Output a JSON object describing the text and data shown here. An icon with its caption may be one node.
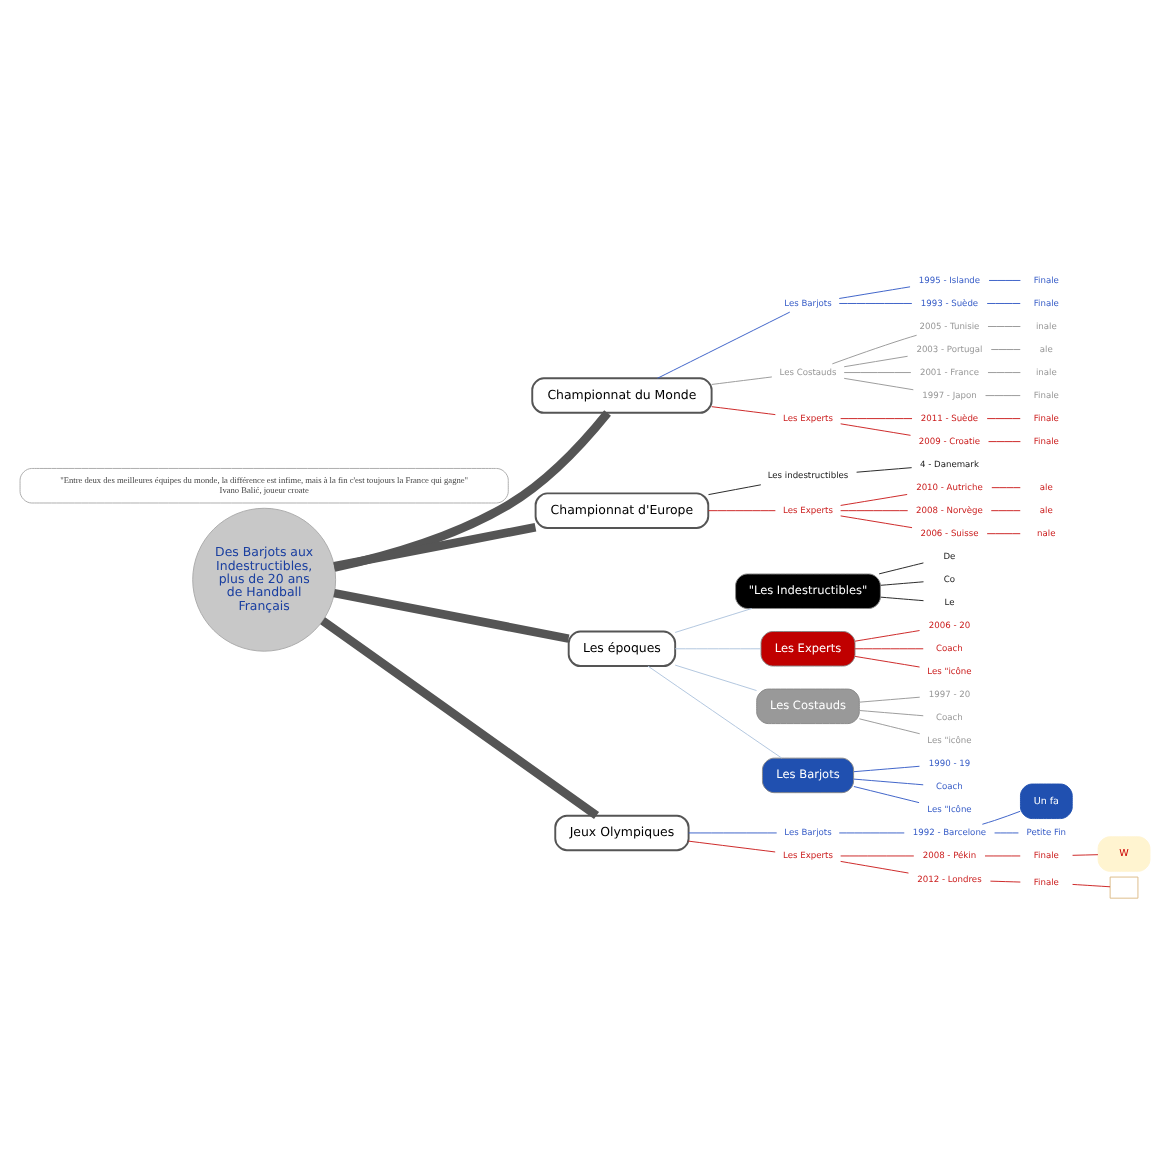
{
  "diagram": {
    "nodes": [
      {
        "text": [
          "Des Barjots aux Indestructibles, plus de 20 ans de Handball Français"
        ]
      },
      {
        "text": [
          "Championnat du Monde"
        ]
      },
      {
        "text": [
          "Les Barjots"
        ]
      },
      {
        "text": [
          "1995 - Islande"
        ]
      },
      {
        "text": [
          "Finale"
        ]
      },
      {
        "text": [
          "1993 - Suède"
        ]
      },
      {
        "text": [
          "Finale"
        ]
      },
      {
        "text": [
          "Les Costauds"
        ]
      },
      {
        "text": [
          "2005 - Tunisie"
        ]
      },
      {
        "text": [
          "inale"
        ]
      },
      {
        "text": [
          "2003 - Portugal"
        ]
      },
      {
        "text": [
          "ale"
        ]
      },
      {
        "text": [
          "2001 - France"
        ]
      },
      {
        "text": [
          "inale"
        ]
      },
      {
        "text": [
          "1997 - Japon"
        ]
      },
      {
        "text": [
          "Finale"
        ]
      },
      {
        "text": [
          "Les Experts"
        ]
      },
      {
        "text": [
          "2011 - Suède"
        ]
      },
      {
        "text": [
          "Finale"
        ]
      },
      {
        "text": [
          "2009 - Croatie"
        ]
      },
      {
        "text": [
          "Finale"
        ]
      },
      {
        "text": [
          "Championnat d'Europe"
        ]
      },
      {
        "text": [
          "Les indestructibles"
        ]
      },
      {
        "text": [
          "4 - Danemark"
        ]
      },
      {
        "text": [
          "Les Experts"
        ]
      },
      {
        "text": [
          "2010 - Autriche"
        ]
      },
      {
        "text": [
          "ale"
        ]
      },
      {
        "text": [
          "2008 - Norvège"
        ]
      },
      {
        "text": [
          "ale"
        ]
      },
      {
        "text": [
          "2006 - Suisse"
        ]
      },
      {
        "text": [
          "nale"
        ]
      },
      {
        "text": [
          "Les époques"
        ]
      },
      {
        "text": [
          "\"Les Indestructibles\""
        ]
      },
      {
        "text": [
          "De"
        ]
      },
      {
        "text": [
          "Co"
        ]
      },
      {
        "text": [
          "Le"
        ]
      },
      {
        "text": [
          "Les Experts"
        ]
      },
      {
        "text": [
          "2006 - 20"
        ]
      },
      {
        "text": [
          "Coach"
        ]
      },
      {
        "text": [
          "Les \"icône"
        ]
      },
      {
        "text": [
          "Les Costauds"
        ]
      },
      {
        "text": [
          "1997 - 20"
        ]
      },
      {
        "text": [
          "Coach"
        ]
      },
      {
        "text": [
          "Les \"icône"
        ]
      },
      {
        "text": [
          "Les Barjots"
        ]
      },
      {
        "text": [
          "1990 - 19"
        ]
      },
      {
        "text": [
          "Coach"
        ]
      },
      {
        "text": [
          "Les \"Icône"
        ]
      },
      {
        "text": [
          "Jeux Olympiques"
        ]
      },
      {
        "text": [
          "Les Barjots"
        ]
      },
      {
        "text": [
          "1992 - Barcelone"
        ]
      },
      {
        "text": [
          "Un fa"
        ]
      },
      {
        "text": [
          "Petite Fin"
        ]
      },
      {
        "text": [
          "Les Experts"
        ]
      },
      {
        "text": [
          "2008 - Pékin"
        ]
      },
      {
        "text": [
          "Finale"
        ]
      },
      {
        "text": [
          "W"
        ]
      },
      {
        "text": [
          "2012 - Londres"
        ]
      },
      {
        "text": [
          "Finale"
        ]
      },
      {
        "text": [],
        "shape": "box"
      },
      {
        "text": [
          "\"Entre deux des meilleures équipes du monde, la différence est infime, mais à la fin c'est toujours la France qui gagne\"",
          "Ivano Balić, joueur croate"
        ]
      }
    ],
    "edges": [
      {
        "from": 0,
        "to": 1,
        "arrow": "none",
        "style": "thick",
        "color": "#555555"
      },
      {
        "from": 0,
        "to": 21,
        "arrow": "none",
        "style": "thick",
        "color": "#555555"
      },
      {
        "from": 0,
        "to": 31,
        "arrow": "none",
        "style": "thick",
        "color": "#555555"
      },
      {
        "from": 0,
        "to": 48,
        "arrow": "none",
        "style": "thick",
        "color": "#555555"
      },
      {
        "from": 1,
        "to": 2,
        "arrow": "none",
        "color": "#3a5fc8"
      },
      {
        "from": 2,
        "to": 3,
        "arrow": "none",
        "color": "#3a5fc8"
      },
      {
        "from": 3,
        "to": 4,
        "arrow": "none",
        "color": "#3a5fc8"
      },
      {
        "from": 2,
        "to": 5,
        "arrow": "none",
        "color": "#3a5fc8"
      },
      {
        "from": 5,
        "to": 6,
        "arrow": "none",
        "color": "#3a5fc8"
      },
      {
        "from": 1,
        "to": 7,
        "arrow": "none",
        "color": "#999999"
      },
      {
        "from": 7,
        "to": 8,
        "arrow": "none",
        "color": "#999999"
      },
      {
        "from": 8,
        "to": 9,
        "arrow": "none",
        "color": "#999999"
      },
      {
        "from": 7,
        "to": 10,
        "arrow": "none",
        "color": "#999999"
      },
      {
        "from": 10,
        "to": 11,
        "arrow": "none",
        "color": "#999999"
      },
      {
        "from": 7,
        "to": 12,
        "arrow": "none",
        "color": "#999999"
      },
      {
        "from": 12,
        "to": 13,
        "arrow": "none",
        "color": "#999999"
      },
      {
        "from": 7,
        "to": 14,
        "arrow": "none",
        "color": "#999999"
      },
      {
        "from": 14,
        "to": 15,
        "arrow": "none",
        "color": "#999999"
      },
      {
        "from": 1,
        "to": 16,
        "arrow": "none",
        "color": "#cc2222"
      },
      {
        "from": 16,
        "to": 17,
        "arrow": "none",
        "color": "#cc2222"
      },
      {
        "from": 17,
        "to": 18,
        "arrow": "none",
        "color": "#cc2222"
      },
      {
        "from": 16,
        "to": 19,
        "arrow": "none",
        "color": "#cc2222"
      },
      {
        "from": 19,
        "to": 20,
        "arrow": "none",
        "color": "#cc2222"
      },
      {
        "from": 21,
        "to": 22,
        "arrow": "none",
        "color": "#222222"
      },
      {
        "from": 22,
        "to": 23,
        "arrow": "none",
        "color": "#222222"
      },
      {
        "from": 21,
        "to": 24,
        "arrow": "none",
        "color": "#cc2222"
      },
      {
        "from": 24,
        "to": 25,
        "arrow": "none",
        "color": "#cc2222"
      },
      {
        "from": 25,
        "to": 26,
        "arrow": "none",
        "color": "#cc2222"
      },
      {
        "from": 24,
        "to": 27,
        "arrow": "none",
        "color": "#cc2222"
      },
      {
        "from": 27,
        "to": 28,
        "arrow": "none",
        "color": "#cc2222"
      },
      {
        "from": 24,
        "to": 29,
        "arrow": "none",
        "color": "#cc2222"
      },
      {
        "from": 29,
        "to": 30,
        "arrow": "none",
        "color": "#cc2222"
      },
      {
        "from": 31,
        "to": 32,
        "arrow": "none",
        "color": "#b0c4de"
      },
      {
        "from": 31,
        "to": 36,
        "arrow": "none",
        "color": "#b0c4de"
      },
      {
        "from": 31,
        "to": 40,
        "arrow": "none",
        "color": "#b0c4de"
      },
      {
        "from": 31,
        "to": 44,
        "arrow": "none",
        "color": "#b0c4de"
      },
      {
        "from": 32,
        "to": 33,
        "arrow": "none",
        "color": "#222222"
      },
      {
        "from": 32,
        "to": 34,
        "arrow": "none",
        "color": "#222222"
      },
      {
        "from": 32,
        "to": 35,
        "arrow": "none",
        "color": "#222222"
      },
      {
        "from": 36,
        "to": 37,
        "arrow": "none",
        "color": "#cc2222"
      },
      {
        "from": 36,
        "to": 38,
        "arrow": "none",
        "color": "#cc2222"
      },
      {
        "from": 36,
        "to": 39,
        "arrow": "none",
        "color": "#cc2222"
      },
      {
        "from": 40,
        "to": 41,
        "arrow": "none",
        "color": "#999999"
      },
      {
        "from": 40,
        "to": 42,
        "arrow": "none",
        "color": "#999999"
      },
      {
        "from": 40,
        "to": 43,
        "arrow": "none",
        "color": "#999999"
      },
      {
        "from": 44,
        "to": 45,
        "arrow": "none",
        "color": "#3a5fc8"
      },
      {
        "from": 44,
        "to": 46,
        "arrow": "none",
        "color": "#3a5fc8"
      },
      {
        "from": 44,
        "to": 47,
        "arrow": "none",
        "color": "#3a5fc8"
      },
      {
        "from": 48,
        "to": 49,
        "arrow": "none",
        "color": "#3a5fc8"
      },
      {
        "from": 49,
        "to": 50,
        "arrow": "none",
        "color": "#3a5fc8"
      },
      {
        "from": 50,
        "to": 51,
        "arrow": "none",
        "color": "#3a5fc8"
      },
      {
        "from": 50,
        "to": 52,
        "arrow": "none",
        "color": "#3a5fc8"
      },
      {
        "from": 48,
        "to": 53,
        "arrow": "none",
        "color": "#cc2222"
      },
      {
        "from": 53,
        "to": 54,
        "arrow": "none",
        "color": "#cc2222"
      },
      {
        "from": 54,
        "to": 55,
        "arrow": "none",
        "color": "#cc2222"
      },
      {
        "from": 55,
        "to": 56,
        "arrow": "none",
        "color": "#cc2222"
      },
      {
        "from": 53,
        "to": 57,
        "arrow": "none",
        "color": "#cc2222"
      },
      {
        "from": 57,
        "to": 58,
        "arrow": "none",
        "color": "#cc2222"
      },
      {
        "from": 58,
        "to": 59,
        "arrow": "none",
        "color": "#cc2222"
      }
    ]
  }
}
